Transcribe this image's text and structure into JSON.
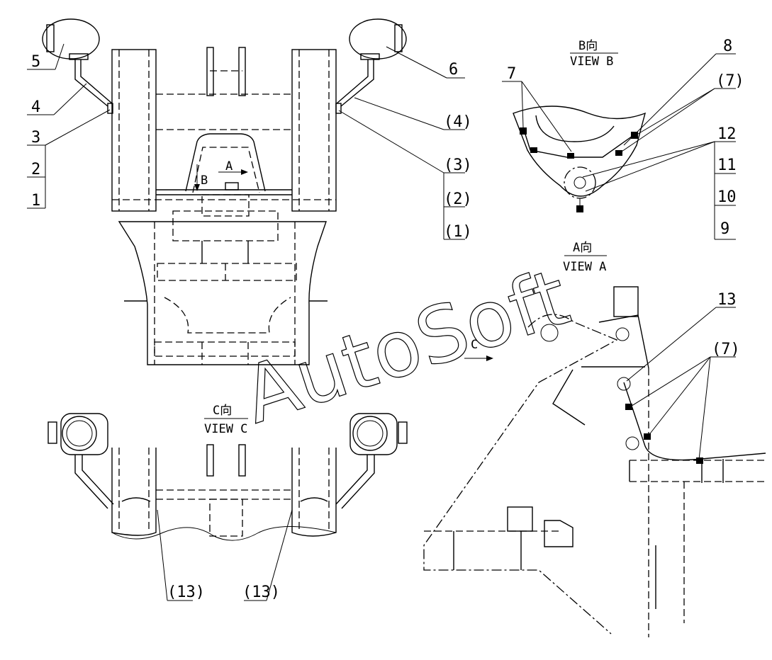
{
  "watermark": "AutoSoft",
  "views": {
    "b": {
      "title": "B向",
      "subtitle": "VIEW B"
    },
    "a": {
      "title": "A向",
      "subtitle": "VIEW A"
    },
    "c": {
      "title": "C向",
      "subtitle": "VIEW C"
    }
  },
  "arrows": {
    "a": "A",
    "b": "B",
    "c": "C"
  },
  "callouts": {
    "left": [
      "5",
      "4",
      "3",
      "2",
      "1"
    ],
    "right": [
      "6",
      "(4)",
      "(3)",
      "(2)",
      "(1)"
    ],
    "view_b": [
      "7",
      "8",
      "(7)",
      "12",
      "11",
      "10",
      "9"
    ],
    "view_a": [
      "13",
      "(7)"
    ],
    "view_c": [
      "(13)",
      "(13)"
    ]
  }
}
